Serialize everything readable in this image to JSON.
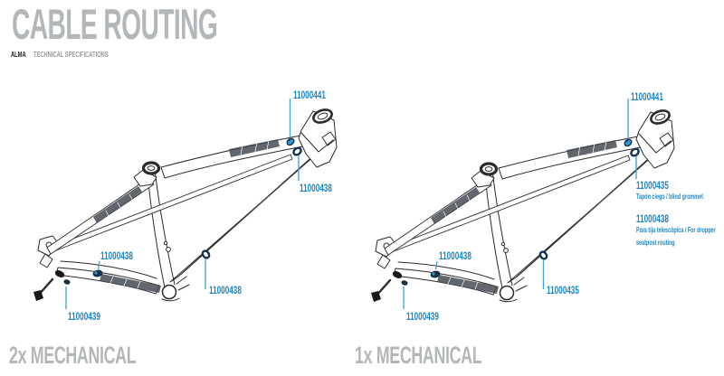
{
  "header": {
    "title": "CABLE ROUTING",
    "brand": "ALMA",
    "subtitle": "TECHNICAL SPECIFICATIONS"
  },
  "colors": {
    "accent_blue": "#1a85c5",
    "leader_blue": "#4ba6d3",
    "grommet_navy": "#17324e",
    "grommet_blue": "#2d9ad2",
    "title_gray": "#b4b7b9",
    "subtitle_gray": "#97999b"
  },
  "diagrams": [
    {
      "id": "2x-mechanical",
      "caption": "2x MECHANICAL",
      "labels": [
        {
          "part": "11000441"
        },
        {
          "part": "11000438"
        },
        {
          "part": "11000438"
        },
        {
          "part": "11000438"
        },
        {
          "part": "11000439"
        }
      ]
    },
    {
      "id": "1x-mechanical",
      "caption": "1x MECHANICAL",
      "labels": [
        {
          "part": "11000441"
        },
        {
          "part": "11000435",
          "note": "Tapón ciego / blind grommet"
        },
        {
          "part": "11000438",
          "note": "Para tija telescópica / For dropper seatpost routing"
        },
        {
          "part": "11000438"
        },
        {
          "part": "11000435"
        },
        {
          "part": "11000439"
        }
      ]
    }
  ]
}
